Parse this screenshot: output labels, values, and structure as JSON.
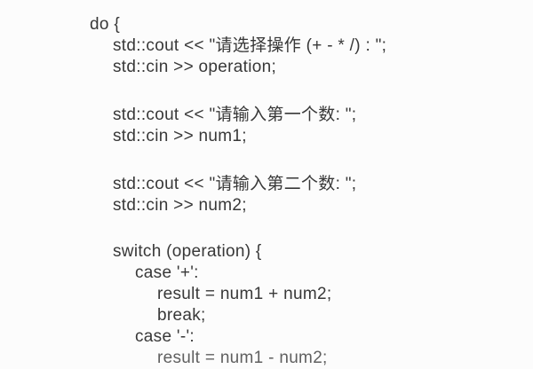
{
  "colors": {
    "background": "#fcfcfc",
    "text": "#383838"
  },
  "code": {
    "language_hint": "cpp-source-text",
    "lines": [
      "do {",
      "std::cout << \"请选择操作 (+ - * /) : \";",
      "std::cin >> operation;",
      "",
      "std::cout << \"请输入第一个数: \";",
      "std::cin >> num1;",
      "",
      "std::cout << \"请输入第二个数: \";",
      "std::cin >> num2;",
      "",
      "switch (operation) {",
      "case '+':",
      "result = num1 + num2;",
      "break;",
      "case '-':",
      "result = num1 - num2;"
    ]
  }
}
